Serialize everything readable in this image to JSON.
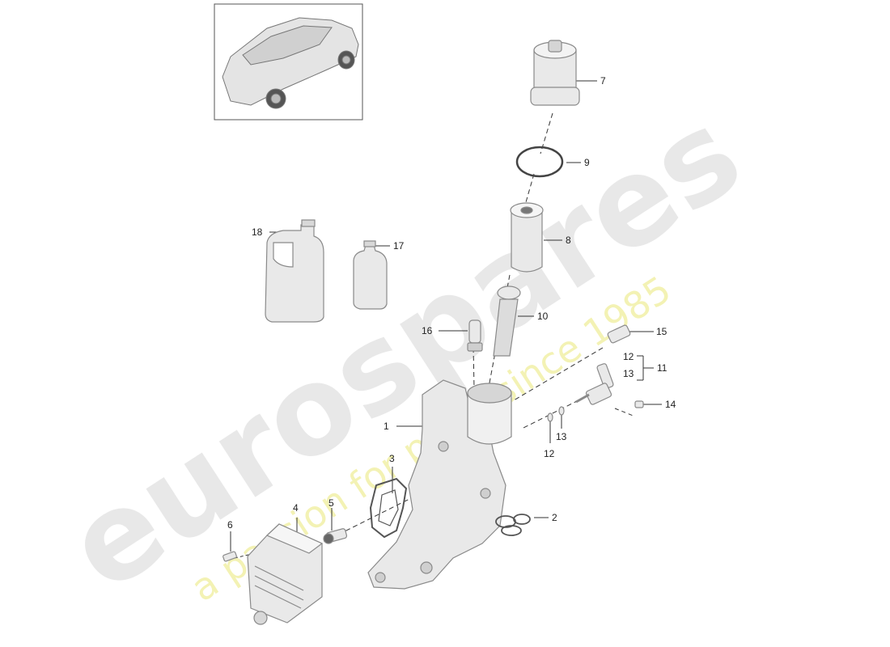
{
  "watermark": {
    "brand": "eurospares",
    "tagline": "a passion for parts since 1985",
    "brand_color": "#e6e6e6",
    "tagline_color": "#f2f0a8"
  },
  "colors": {
    "part_fill": "#e9e9e9",
    "part_stroke": "#8a8a8a",
    "leader": "#333333"
  },
  "thumbnail": {
    "icon": "car-suv-icon"
  },
  "callouts": [
    {
      "id": "1",
      "text": "1"
    },
    {
      "id": "2",
      "text": "2"
    },
    {
      "id": "3",
      "text": "3"
    },
    {
      "id": "4",
      "text": "4"
    },
    {
      "id": "5",
      "text": "5"
    },
    {
      "id": "6",
      "text": "6"
    },
    {
      "id": "7",
      "text": "7"
    },
    {
      "id": "8",
      "text": "8"
    },
    {
      "id": "9",
      "text": "9"
    },
    {
      "id": "10",
      "text": "10"
    },
    {
      "id": "11",
      "text": "11"
    },
    {
      "id": "12a",
      "text": "12"
    },
    {
      "id": "13a",
      "text": "13"
    },
    {
      "id": "12b",
      "text": "12"
    },
    {
      "id": "13b",
      "text": "13"
    },
    {
      "id": "14",
      "text": "14"
    },
    {
      "id": "15",
      "text": "15"
    },
    {
      "id": "16",
      "text": "16"
    },
    {
      "id": "17",
      "text": "17"
    },
    {
      "id": "18",
      "text": "18"
    }
  ]
}
